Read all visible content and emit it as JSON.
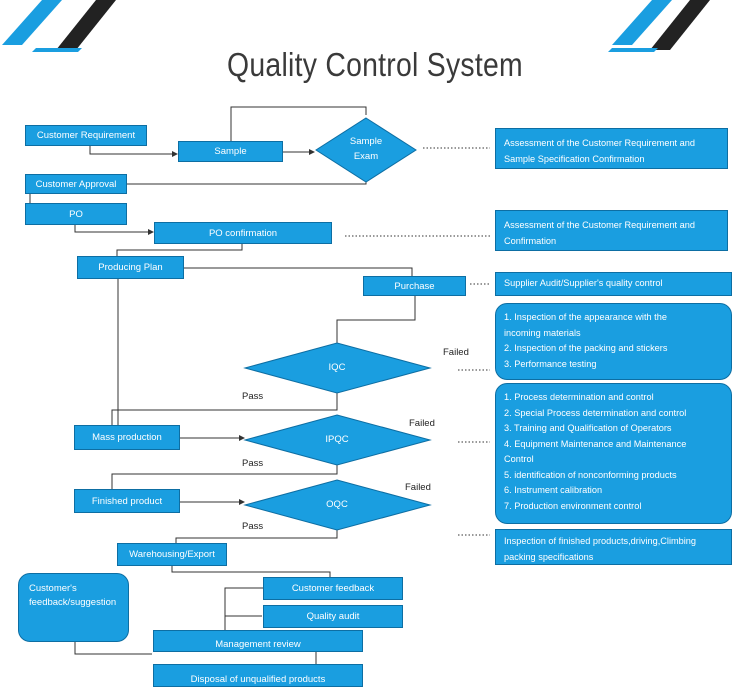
{
  "title": "Quality Control System",
  "colors": {
    "box_fill": "#1a9ee0",
    "box_border": "#0d6ea3",
    "line": "#333333",
    "deco_blue": "#1a9ee0",
    "deco_dark": "#222222"
  },
  "nodes": {
    "customer_requirement": "Customer Requirement",
    "sample": "Sample",
    "sample_exam": [
      "Sample",
      "Exam"
    ],
    "customer_approval": "Customer Approval",
    "po": "PO",
    "po_confirmation": "PO confirmation",
    "producing_plan": "Producing Plan",
    "purchase": "Purchase",
    "iqc": "IQC",
    "mass_production": "Mass production",
    "ipqc": "IPQC",
    "finished_product": "Finished product",
    "oqc": "OQC",
    "warehousing_export": "Warehousing/Export",
    "customer_feedback_suggestion": [
      "Customer's",
      "feedback/suggestion"
    ],
    "customer_feedback": "Customer feedback",
    "quality_audit": "Quality audit",
    "management_review": "Management review",
    "disposal": "Disposal of unqualified products"
  },
  "labels": {
    "failed": "Failed",
    "pass": "Pass"
  },
  "notes": {
    "sample_assessment": [
      "Assessment of the Customer Requirement and",
      "Sample Specification Confirmation"
    ],
    "po_assessment": [
      "Assessment of the Customer Requirement and",
      "Confirmation"
    ],
    "supplier_audit": "Supplier Audit/Supplier's quality control",
    "iqc_items": [
      "1. Inspection of the appearance with the",
      "incoming materials",
      "2. Inspection of the packing and stickers",
      "3. Performance testing"
    ],
    "ipqc_items": [
      "1. Process determination and control",
      "2. Special Process determination and control",
      "3. Training and Qualification of Operators",
      "4. Equipment Maintenance and Maintenance",
      "Control",
      "5. identification of nonconforming products",
      "6. Instrument calibration",
      "7. Production environment control"
    ],
    "oqc_items": [
      "Inspection of finished products,driving,Climbing",
      "packing specifications"
    ]
  }
}
